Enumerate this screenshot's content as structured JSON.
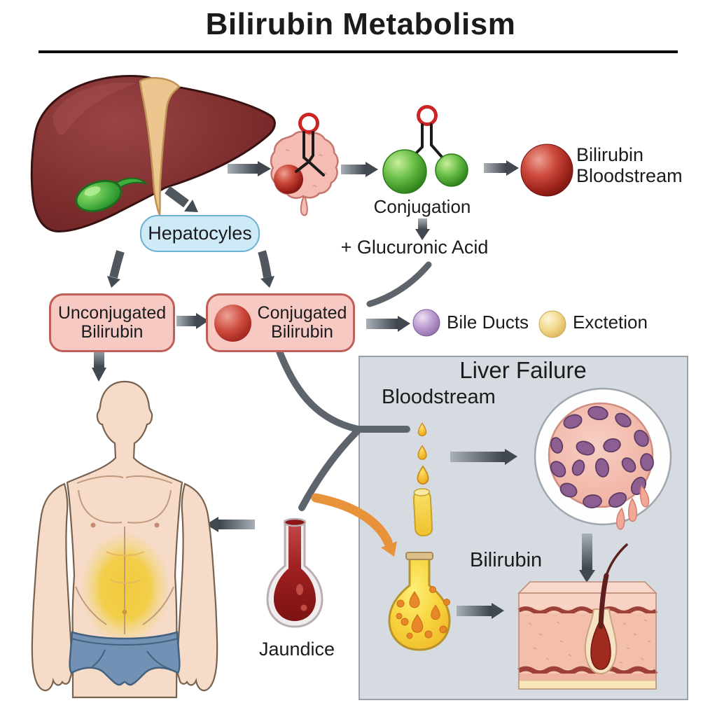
{
  "title": "Bilirubin Metabolism",
  "top_flow": {
    "hepatocytes_label": "Hepatocyles",
    "conjugation_label": "Conjugation",
    "glucuronic_acid_label": "+ Glucuronic Acid",
    "bloodstream_sphere_label": {
      "line1": "Bilirubin",
      "line2": "Bloodstream"
    }
  },
  "boxes": {
    "unconjugated": {
      "line1": "Unconjugated",
      "line2": "Bilirubin"
    },
    "conjugated": {
      "line1": "Conjugated",
      "line2": "Bilirubin"
    }
  },
  "excretion_row": {
    "bile_ducts_label": "Bile Ducts",
    "excretion_label": "Exctetion"
  },
  "liver_failure_panel": {
    "title": "Liver Failure",
    "bloodstream_label": "Bloodstream",
    "bilirubin_label": "Bilirubin"
  },
  "jaundice_label": "Jaundice",
  "colors": {
    "liver": "#7b2b2b",
    "gallbladder": "#35a035",
    "falciform_ligament": "#edc68f",
    "hepatocyte_box_fill": "#cfeaf7",
    "hepatocyte_box_border": "#6cb0d4",
    "pink_box_fill": "#f6c9c3",
    "pink_box_border": "#c05f58",
    "red_sphere": "#9c221a",
    "green_sphere": "#3a9124",
    "purple_sphere": "#8a68a4",
    "yellow_sphere": "#d9b054",
    "arrow_gray": "#42484f",
    "orange_arrow": "#e8923a",
    "panel_fill": "#d6dbe1",
    "panel_border": "#9aa1a9",
    "skin": "#f5dbc8",
    "briefs_blue": "#7291b5",
    "jaundice_glow": "#f2cc3e",
    "blood_red": "#8c1616",
    "bile_yellow": "#f7d23c"
  },
  "icons": [
    "liver-illustration",
    "gallbladder-icon",
    "hepatocyte-cell-icon",
    "bilirubin-molecule-icon",
    "conjugated-molecule-icon",
    "bilirubin-sphere-icon",
    "bile-duct-sphere-icon",
    "excretion-sphere-icon",
    "human-body-illustration",
    "jaundice-tube-icon",
    "bilirubin-droplets-icon",
    "collection-tube-icon",
    "bilirubin-flask-icon",
    "blood-vessel-illustration",
    "skin-cross-section-illustration",
    "flow-arrow"
  ]
}
